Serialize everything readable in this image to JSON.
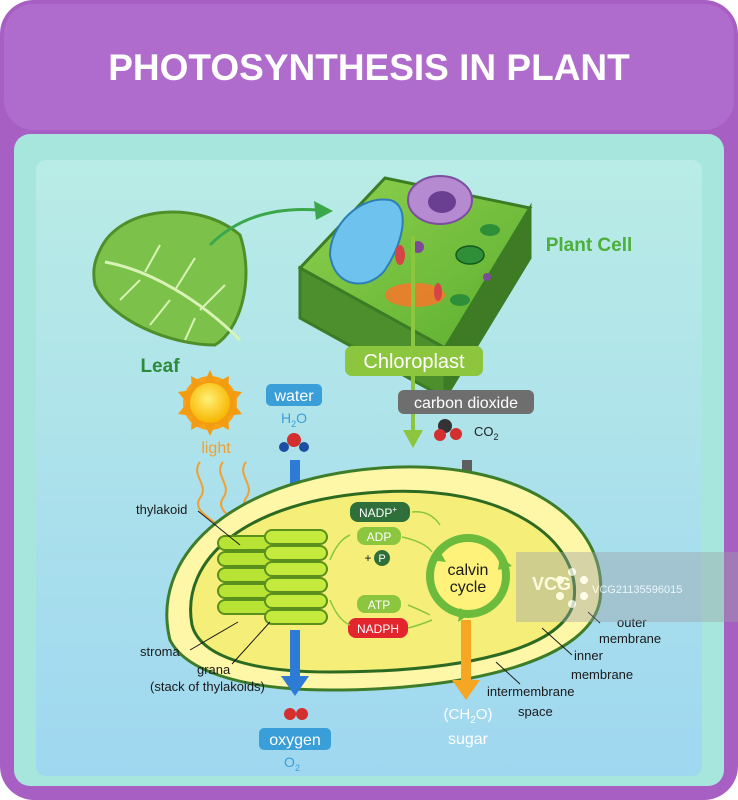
{
  "title": "PHOTOSYNTHESIS IN PLANT",
  "labels": {
    "leaf": "Leaf",
    "plant_cell": "Plant Cell",
    "chloroplast": "Chloroplast",
    "water": "water",
    "water_formula": "H",
    "water_formula_sub": "2",
    "water_formula_end": "O",
    "light": "light",
    "carbon_dioxide": "carbon dioxide",
    "co2_formula": "CO",
    "co2_formula_sub": "2",
    "thylakoid": "thylakoid",
    "stroma": "stroma",
    "grana": "grana",
    "grana_note": "(stack of thylakoids)",
    "nadp": "NADP",
    "nadp_sup": "+",
    "adp": "ADP",
    "plus": "+",
    "p": "P",
    "atp": "ATP",
    "nadph": "NADPH",
    "calvin_line1": "calvin",
    "calvin_line2": "cycle",
    "outer_membrane_1": "outer",
    "outer_membrane_2": "membrane",
    "inner_membrane_1": "inner",
    "inner_membrane_2": "membrane",
    "intermembrane_1": "intermembrane",
    "intermembrane_2": "space",
    "sugar_formula_open": "(CH",
    "sugar_formula_sub": "2",
    "sugar_formula_close": "O)",
    "sugar": "sugar",
    "oxygen": "oxygen",
    "oxygen_formula": "O",
    "oxygen_formula_sub": "2"
  },
  "watermark": {
    "brand": "VCG",
    "code": "VCG21135596015"
  },
  "colors": {
    "frame_purple": "#a85fc4",
    "title_text": "#ffffff",
    "panel_teal": "#aee8e0",
    "inner_bg": "#c9eef2",
    "green_label": "#4caf3a",
    "water_blue": "#3a9fd8",
    "carbon_gray": "#6e6e6e",
    "chloroplast_green": "#8cc63f",
    "nadph_red": "#e3262e",
    "sugar_orange": "#f5a623",
    "light_orange": "#f0a030"
  }
}
